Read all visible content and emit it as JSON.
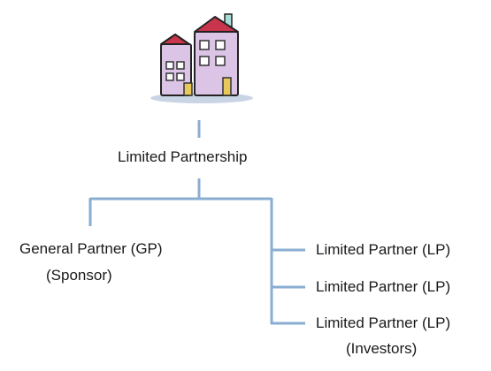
{
  "diagram": {
    "root": {
      "label": "Limited Partnership",
      "icon": "building-icon"
    },
    "general_partner": {
      "label": "General Partner (GP)",
      "role": "(Sponsor)"
    },
    "limited_partners": [
      {
        "label": "Limited Partner (LP)"
      },
      {
        "label": "Limited Partner (LP)"
      },
      {
        "label": "Limited Partner (LP)"
      }
    ],
    "limited_partners_role": "(Investors)",
    "colors": {
      "connector": "#8aaed2",
      "building_main": "#dcc4e6",
      "roof": "#c8354c",
      "chimney": "#a7ddd6",
      "windows": "#ffffff",
      "door": "#e7c85a",
      "shadow": "#bfcde0"
    }
  }
}
